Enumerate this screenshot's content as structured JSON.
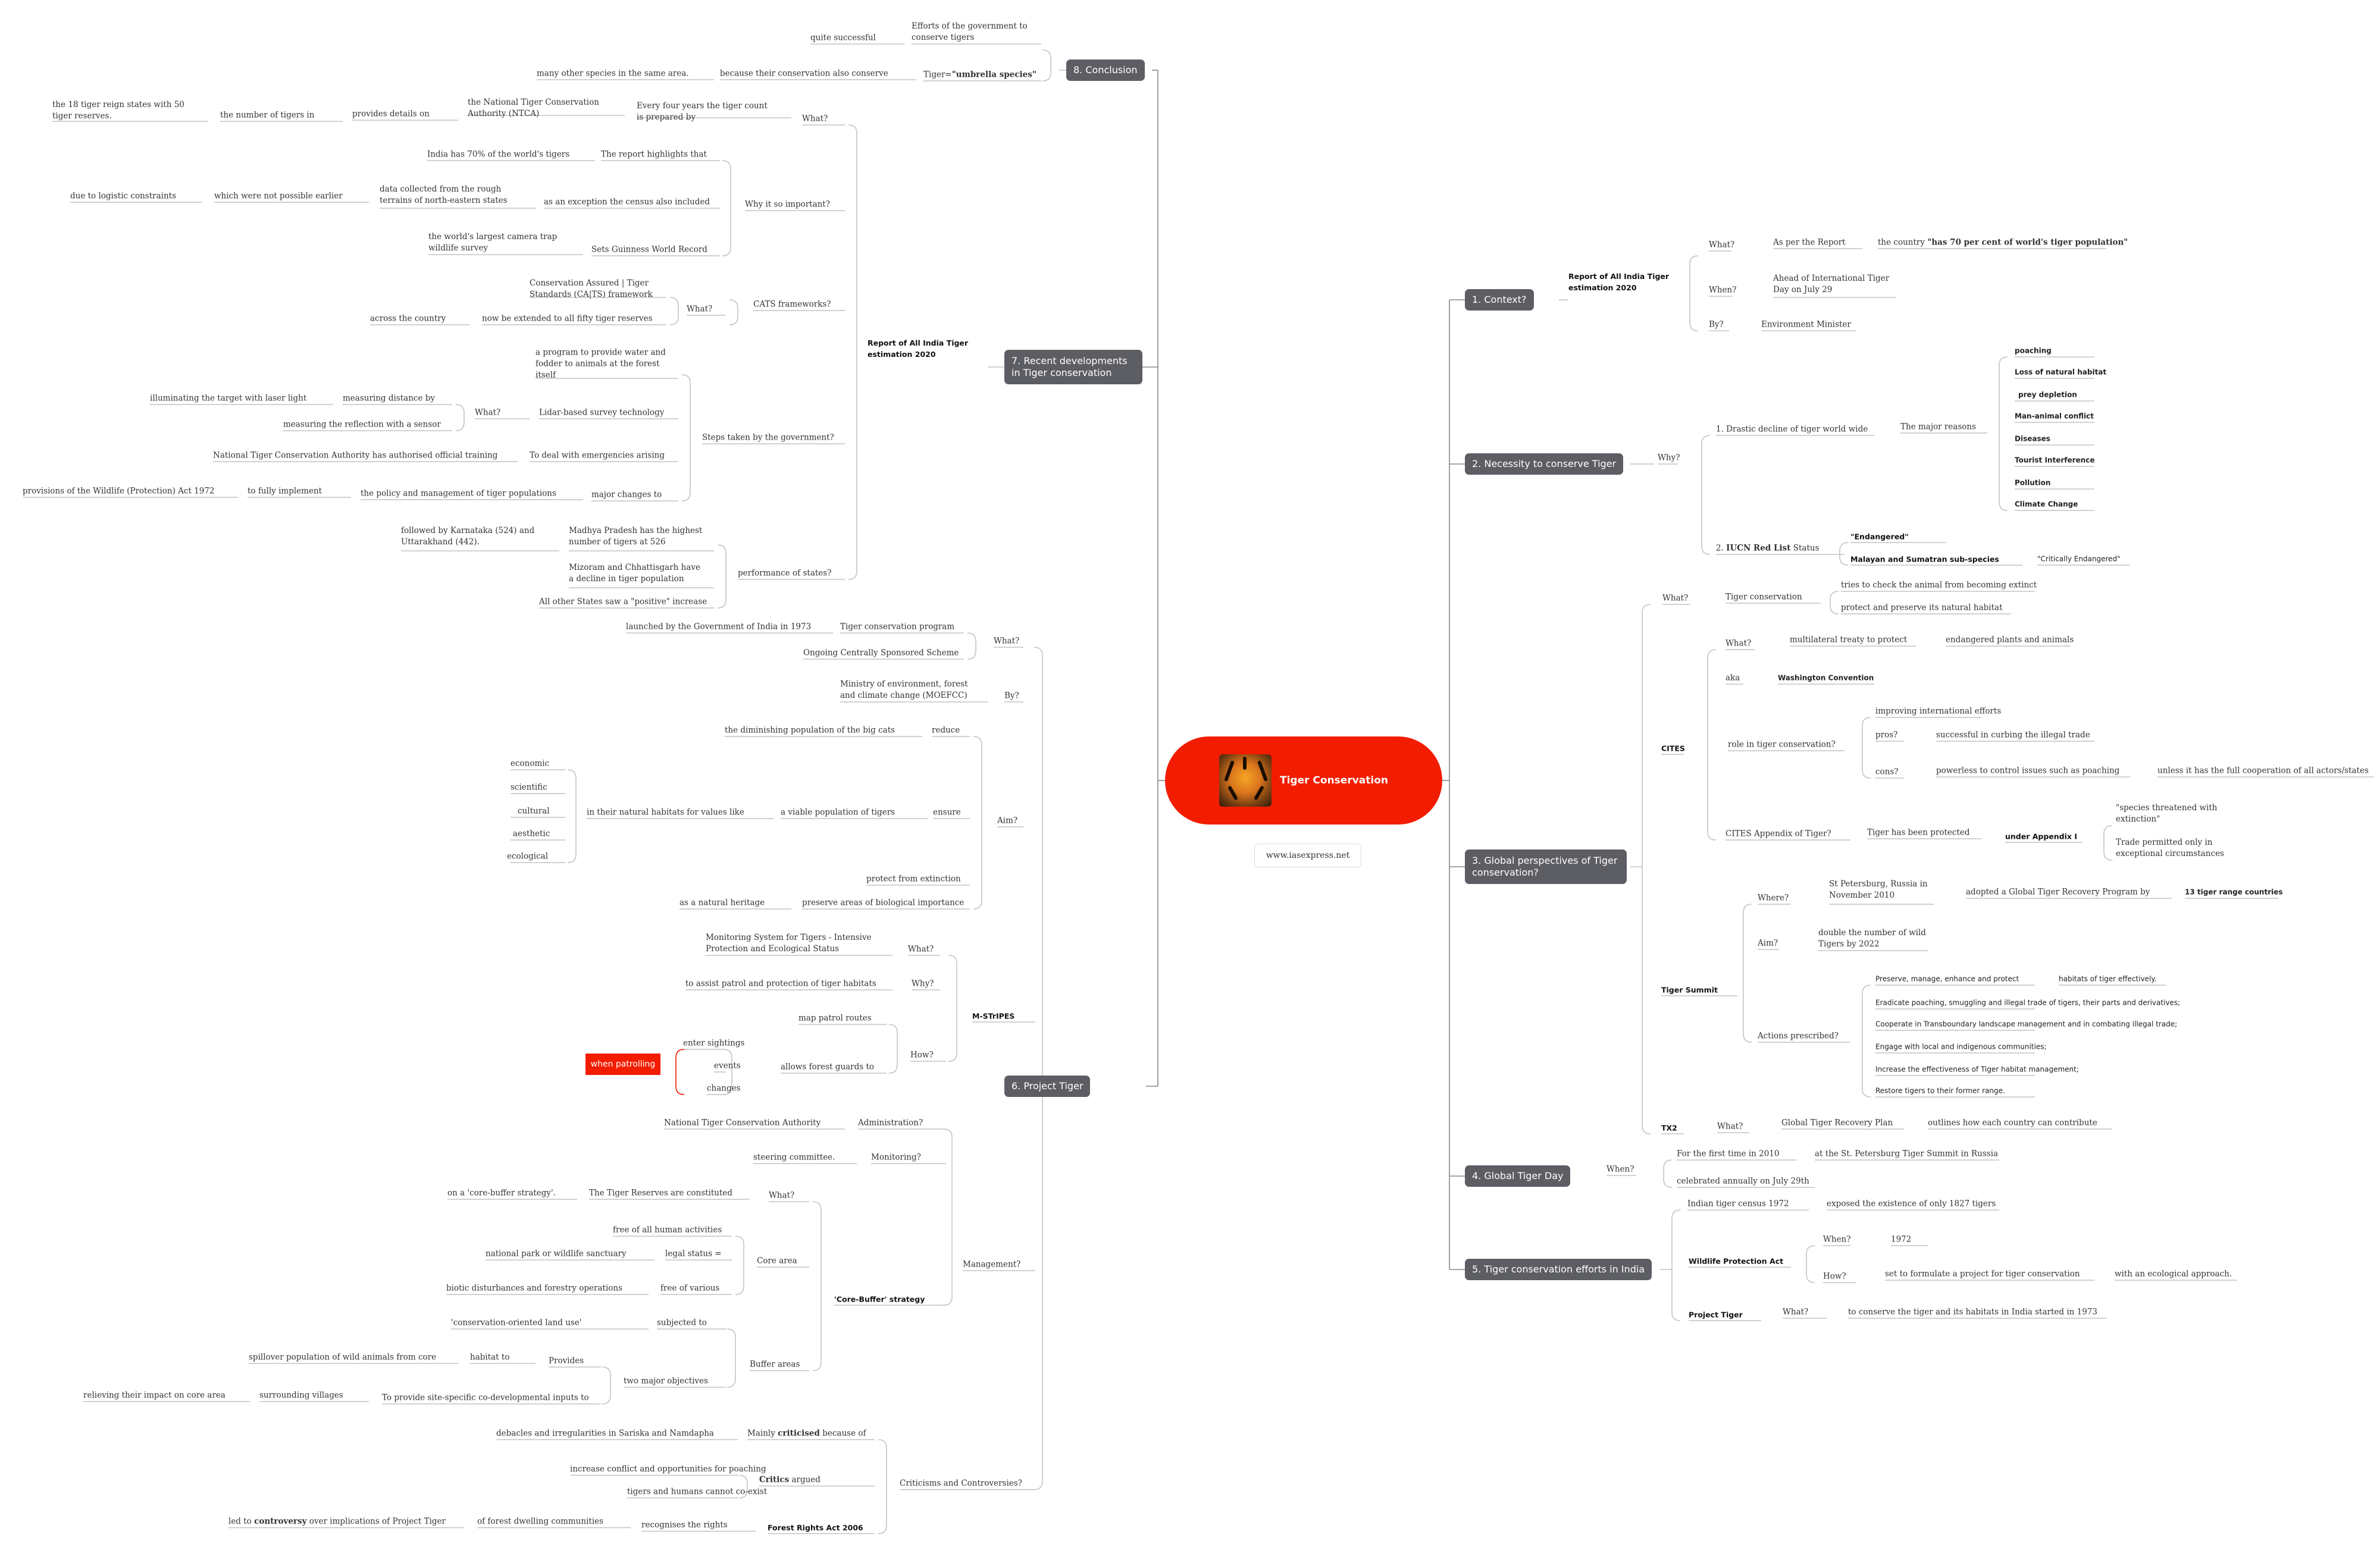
{
  "root": {
    "title": "Tiger Conservation",
    "image": "tiger-photo",
    "url": "www.iasexpress.net"
  },
  "colors": {
    "root": "#f21c00",
    "branch_box": "#5d5e64",
    "line": "#bbbbbb",
    "bracket": "#f21c00"
  },
  "b1": {
    "title": "1. Context?",
    "report": "Report of All India Tiger estimation 2020",
    "what": "What?",
    "as_per": "As per the Report",
    "country_pre": "the country ",
    "country_bold": "\"has 70 per cent of world's tiger population\"",
    "when": "When?",
    "ahead": "Ahead of International Tiger Day on July 29",
    "by": "By?",
    "env": "Environment Minister"
  },
  "b2": {
    "title": "2. Necessity to conserve Tiger",
    "why": "Why?",
    "drastic": "1. Drastic decline of tiger world wide",
    "reasons": "The major reasons",
    "r1": "poaching",
    "r2": "Loss of natural habitat",
    "r3": "prey depletion",
    "r4": "Man-animal conflict",
    "r5": "Diseases",
    "r6": "Tourist Interference",
    "r7": "Pollution",
    "r8": "Climate Change",
    "iucn_pre": "2. ",
    "iucn_bold": "IUCN Red List",
    "iucn_post": " Status",
    "endangered": "\"Endangered\"",
    "malayan": "Malayan and Sumatran sub-species",
    "critical": "\"Critically Endangered\""
  },
  "b3": {
    "title": "3. Global perspectives of Tiger conservation?",
    "what": "What?",
    "tiger_cons": "Tiger conservation",
    "tries": "tries to check the animal from becoming extinct",
    "protect": "protect and preserve its natural habitat",
    "cites": "CITES",
    "cites_what": "What?",
    "multilateral": "multilateral treaty to protect",
    "endangered_pa": "endangered plants and animals",
    "aka": "aka",
    "washington": "Washington Convention",
    "role": "role in tiger conservation?",
    "improving": "improving international efforts",
    "pros": "pros?",
    "successful": "successful in curbing the illegal trade",
    "cons": "cons?",
    "powerless": "powerless to control issues such as poaching",
    "unless": "unless it has the full cooperation of all actors/states",
    "appendix": "CITES Appendix of Tiger?",
    "protected": "Tiger has been protected",
    "under": "under Appendix I",
    "species": "\"species threatened with extinction\"",
    "trade": "Trade permitted only in exceptional circumstances",
    "summit": "Tiger Summit",
    "where": "Where?",
    "stpete": "St Petersburg, Russia in November 2010",
    "adopted": "adopted a Global Tiger Recovery Program by",
    "range13": "13 tiger range countries",
    "aim": "Aim?",
    "double": "double the number of wild Tigers by 2022",
    "actions": "Actions prescribed?",
    "a1": "Preserve, manage, enhance and protect",
    "a1b": "habitats of tiger effectively.",
    "a2": "Eradicate poaching, smuggling and illegal trade of tigers, their parts and derivatives;",
    "a3": "Cooperate in Transboundary landscape management and in combating illegal trade;",
    "a4": "Engage with local and indigenous communities;",
    "a5": "Increase the effectiveness of Tiger habitat management;",
    "a6": "Restore tigers to their former range.",
    "tx2": "TX2",
    "tx_what": "What?",
    "gtrp": "Global Tiger Recovery Plan",
    "outlines": "outlines how each country can contribute"
  },
  "b4": {
    "title": "4. Global Tiger Day",
    "when": "When?",
    "first": "For the first time in 2010",
    "at_st": "at the St. Petersburg Tiger Summit in Russia",
    "celebrated": "celebrated annually on July 29th"
  },
  "b5": {
    "title": "5. Tiger conservation efforts in India",
    "census": "Indian tiger census  1972",
    "exposed": "exposed the existence of only 1827 tigers",
    "wpa": "Wildlife Protection Act",
    "when": "When?",
    "y1972": "1972",
    "how": "How?",
    "set_to": "set to formulate a project for tiger conservation",
    "eco": "with an ecological approach.",
    "pt": "Project Tiger",
    "pt_what": "What?",
    "to_conserve": "to conserve the tiger and its habitats in  India started in 1973"
  },
  "b6": {
    "title": "6. Project Tiger",
    "what": "What?",
    "tcp": "Tiger conservation program",
    "launched": "launched by the Government of India in 1973",
    "ongoing": "Ongoing Centrally Sponsored Scheme",
    "by": "By?",
    "moefcc": "Ministry of environment, forest and climate change (MOEFCC)",
    "aim": "Aim?",
    "reduce": "reduce",
    "diminishing": "the diminishing population of the big cats",
    "ensure": "ensure",
    "viable": "a viable population of  tigers",
    "natural": "in their natural habitats for values like",
    "v1": "economic",
    "v2": "scientific",
    "v3": "cultural",
    "v4": "aesthetic",
    "v5": "ecological",
    "protect_ext": "protect from extinction",
    "preserve": "preserve areas of biological importance",
    "heritage": "as a natural heritage",
    "mstripes": "M-STrIPES",
    "ms_what": "What?",
    "monitoring_sys": "Monitoring System for Tigers - Intensive Protection and Ecological Status",
    "why": "Why?",
    "assist": "to assist patrol and protection of tiger habitats",
    "how": "How?",
    "map": "map patrol routes",
    "allows": "allows forest guards to",
    "enter": "enter sightings",
    "events": "events",
    "changes": "changes",
    "patrolling": "when patrolling",
    "management": "Management?",
    "admin": "Administration?",
    "ntca": "National Tiger Conservation Authority",
    "monitoring": "Monitoring?",
    "steering": "steering committee.",
    "cb_pre": "",
    "cb_bold": "'Core-Buffer' strategy",
    "cb_what": "What?",
    "reserves": "The Tiger Reserves are constituted",
    "on_cb": "on a 'core-buffer strategy'.",
    "core": "Core area",
    "free_all": "free of all human activities",
    "legal": "legal status =",
    "national_park": "national park or wildlife sanctuary",
    "free_various": "free of various",
    "biotic": "biotic disturbances and forestry operations",
    "buffer": "Buffer areas",
    "subjected": "subjected to",
    "cons_land": "'conservation-oriented land use'",
    "two": "two major objectives",
    "provides": "Provides",
    "habitat_to": "habitat to",
    "spillover": "spillover population of wild animals from core",
    "provide_site": "To provide site-specific co-developmental inputs to",
    "surrounding": "surrounding villages",
    "relieving": "relieving their impact on core area",
    "criticisms": "Criticisms and Controversies?",
    "mainly_pre": "Mainly ",
    "mainly_bold": "criticised",
    "mainly_post": " because of",
    "debacles": "debacles and irregularities in  Sariska and Namdapha",
    "critics_bold": "Critics",
    "critics_post": " argued",
    "increase": "increase conflict and opportunities for poaching",
    "cannot": "tigers and humans cannot co-exist",
    "fra": "Forest Rights Act 2006",
    "recognises": "recognises the rights",
    "forest_dwelling": "of forest dwelling communities",
    "led_pre": "led to ",
    "led_bold": "controversy",
    "led_post": " over implications of Project Tiger"
  },
  "b7": {
    "title": "7. Recent developments in Tiger conservation",
    "report": "Report of All India Tiger estimation 2020",
    "what": "What?",
    "every4": "Every four years the tiger count is prepared by",
    "ntca": "the National Tiger Conservation Authority (NTCA)",
    "details": "provides details on",
    "number": "the number of tigers in",
    "states18": "the 18 tiger reign states with 50 tiger reserves.",
    "why": "Why it so important?",
    "highlights": "The report highlights that",
    "seventy": "India has 70% of the world's tigers",
    "exception": "as an exception the census also included",
    "data_collected": "data collected from the rough terrains of north-eastern states",
    "not_possible": "which were not possible earlier",
    "logistic": "due to logistic constraints",
    "guinness": "Sets Guinness World Record",
    "camera": "the world's largest camera trap wildlife survey",
    "cats": "CATS frameworks?",
    "cats_what": "What?",
    "catss": "Conservation Assured | Tiger Standards (CA|TS) framework",
    "extended": "now be extended to all fifty tiger reserves",
    "across": "across the country",
    "steps": "Steps taken by the government?",
    "program": "a program to provide water and fodder to animals at the forest itself",
    "lidar": "Lidar-based survey technology",
    "lidar_what": "What?",
    "measuring": "measuring distance by",
    "illuminating": "illuminating the target with laser light",
    "reflection": "measuring the reflection with a sensor",
    "emergencies": "To deal with emergencies arising",
    "training": "National Tiger Conservation Authority has authorised official training",
    "major": "major changes to",
    "policy": "the policy and management of tiger populations",
    "fully": "to fully implement",
    "provisions": "provisions of the Wildlife (Protection) Act 1972",
    "perf": "performance of states?",
    "mp": "Madhya Pradesh has the highest number of tigers at 526",
    "karnataka": "followed by Karnataka (524) and Uttarakhand (442).",
    "mizoram": "Mizoram and Chhattisgarh have a decline in tiger population",
    "positive": "All other States saw a \"positive\" increase"
  },
  "b8": {
    "title": "8. Conclusion",
    "efforts": "Efforts of the government to conserve tigers",
    "quite": "quite successful",
    "umb_pre": "Tiger=",
    "umb_bold": "\"umbrella species\"",
    "because": "because their conservation also conserve",
    "many": "many other species in the same area."
  }
}
